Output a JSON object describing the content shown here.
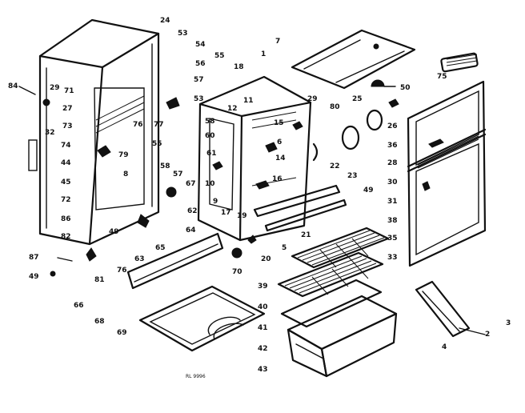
{
  "diagram": {
    "labels": [
      {
        "text": "24"
      },
      {
        "text": "53"
      },
      {
        "text": "54"
      },
      {
        "text": "55"
      },
      {
        "text": "56"
      },
      {
        "text": "1"
      },
      {
        "text": "7"
      },
      {
        "text": "18"
      },
      {
        "text": "84"
      },
      {
        "text": "29"
      },
      {
        "text": "71"
      },
      {
        "text": "27"
      },
      {
        "text": "32"
      },
      {
        "text": "73"
      },
      {
        "text": "74"
      },
      {
        "text": "44"
      },
      {
        "text": "45"
      },
      {
        "text": "72"
      },
      {
        "text": "86"
      },
      {
        "text": "82"
      },
      {
        "text": "87"
      },
      {
        "text": "49"
      },
      {
        "text": "66"
      },
      {
        "text": "57"
      },
      {
        "text": "53"
      },
      {
        "text": "76"
      },
      {
        "text": "77"
      },
      {
        "text": "79"
      },
      {
        "text": "55"
      },
      {
        "text": "8"
      },
      {
        "text": "58"
      },
      {
        "text": "57"
      },
      {
        "text": "67"
      },
      {
        "text": "62"
      },
      {
        "text": "64"
      },
      {
        "text": "49"
      },
      {
        "text": "65"
      },
      {
        "text": "63"
      },
      {
        "text": "76"
      },
      {
        "text": "81"
      },
      {
        "text": "68"
      },
      {
        "text": "69"
      },
      {
        "text": "12"
      },
      {
        "text": "11"
      },
      {
        "text": "58"
      },
      {
        "text": "60"
      },
      {
        "text": "61"
      },
      {
        "text": "15"
      },
      {
        "text": "6"
      },
      {
        "text": "14"
      },
      {
        "text": "16"
      },
      {
        "text": "10"
      },
      {
        "text": "9"
      },
      {
        "text": "17"
      },
      {
        "text": "19"
      },
      {
        "text": "20"
      },
      {
        "text": "5"
      },
      {
        "text": "21"
      },
      {
        "text": "70"
      },
      {
        "text": "22"
      },
      {
        "text": "23"
      },
      {
        "text": "49"
      },
      {
        "text": "29"
      },
      {
        "text": "80"
      },
      {
        "text": "25"
      },
      {
        "text": "50"
      },
      {
        "text": "75"
      },
      {
        "text": "26"
      },
      {
        "text": "36"
      },
      {
        "text": "28"
      },
      {
        "text": "30"
      },
      {
        "text": "31"
      },
      {
        "text": "38"
      },
      {
        "text": "35"
      },
      {
        "text": "33"
      },
      {
        "text": "39"
      },
      {
        "text": "40"
      },
      {
        "text": "41"
      },
      {
        "text": "42"
      },
      {
        "text": "43"
      },
      {
        "text": "2"
      },
      {
        "text": "3"
      },
      {
        "text": "4"
      }
    ],
    "note": "RL 9996"
  }
}
